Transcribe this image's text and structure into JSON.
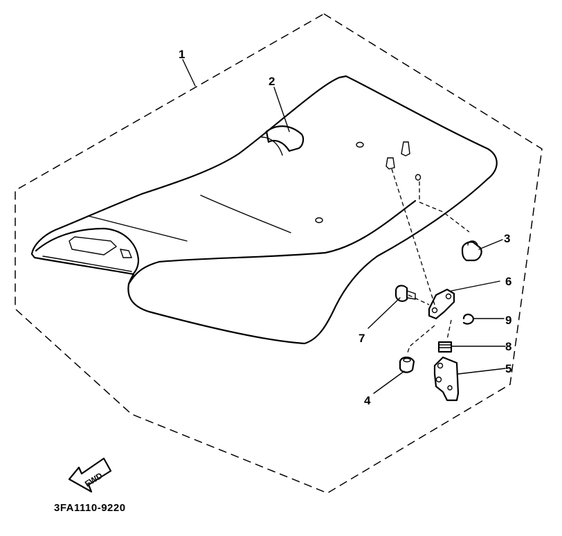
{
  "diagram": {
    "part_labels": [
      {
        "id": "1",
        "text": "1"
      },
      {
        "id": "2",
        "text": "2"
      },
      {
        "id": "3",
        "text": "3"
      },
      {
        "id": "4",
        "text": "4"
      },
      {
        "id": "5",
        "text": "5"
      },
      {
        "id": "6",
        "text": "6"
      },
      {
        "id": "7",
        "text": "7"
      },
      {
        "id": "8",
        "text": "8"
      },
      {
        "id": "9",
        "text": "9"
      }
    ],
    "fwd_label": "FWD",
    "drawing_code": "3FA1110-9220"
  }
}
